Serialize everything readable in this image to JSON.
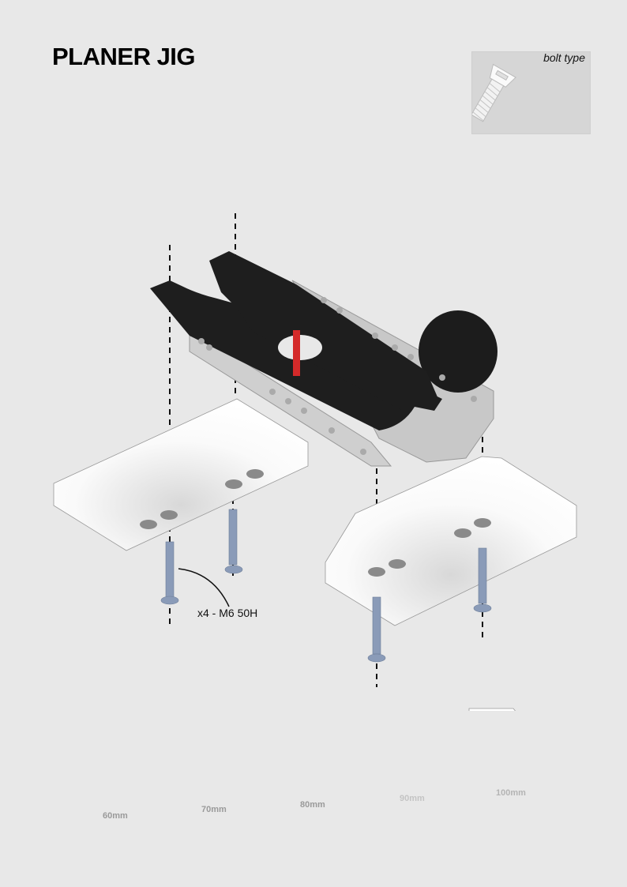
{
  "page": {
    "title": "PLANER JIG"
  },
  "bolt_type_box": {
    "label": "bolt type",
    "icon": "countersunk-screw-icon"
  },
  "assembly": {
    "callout": "x4 - M6 50H",
    "parts": [
      "black-top-plate",
      "aluminium-rails",
      "red-pin",
      "knob",
      "left-block",
      "right-block",
      "bolts"
    ],
    "bolt_count": 4,
    "colors": {
      "background": "#e8e8e8",
      "plate": "#1e1e1e",
      "rail": "#cfcfcf",
      "pin": "#d42a2a",
      "bolt": "#8a9bb8",
      "block": "#ffffff"
    }
  },
  "size_options": [
    {
      "label": "60mm"
    },
    {
      "label": "70mm"
    },
    {
      "label": "80mm"
    },
    {
      "label": "90mm"
    },
    {
      "label": "100mm"
    }
  ]
}
